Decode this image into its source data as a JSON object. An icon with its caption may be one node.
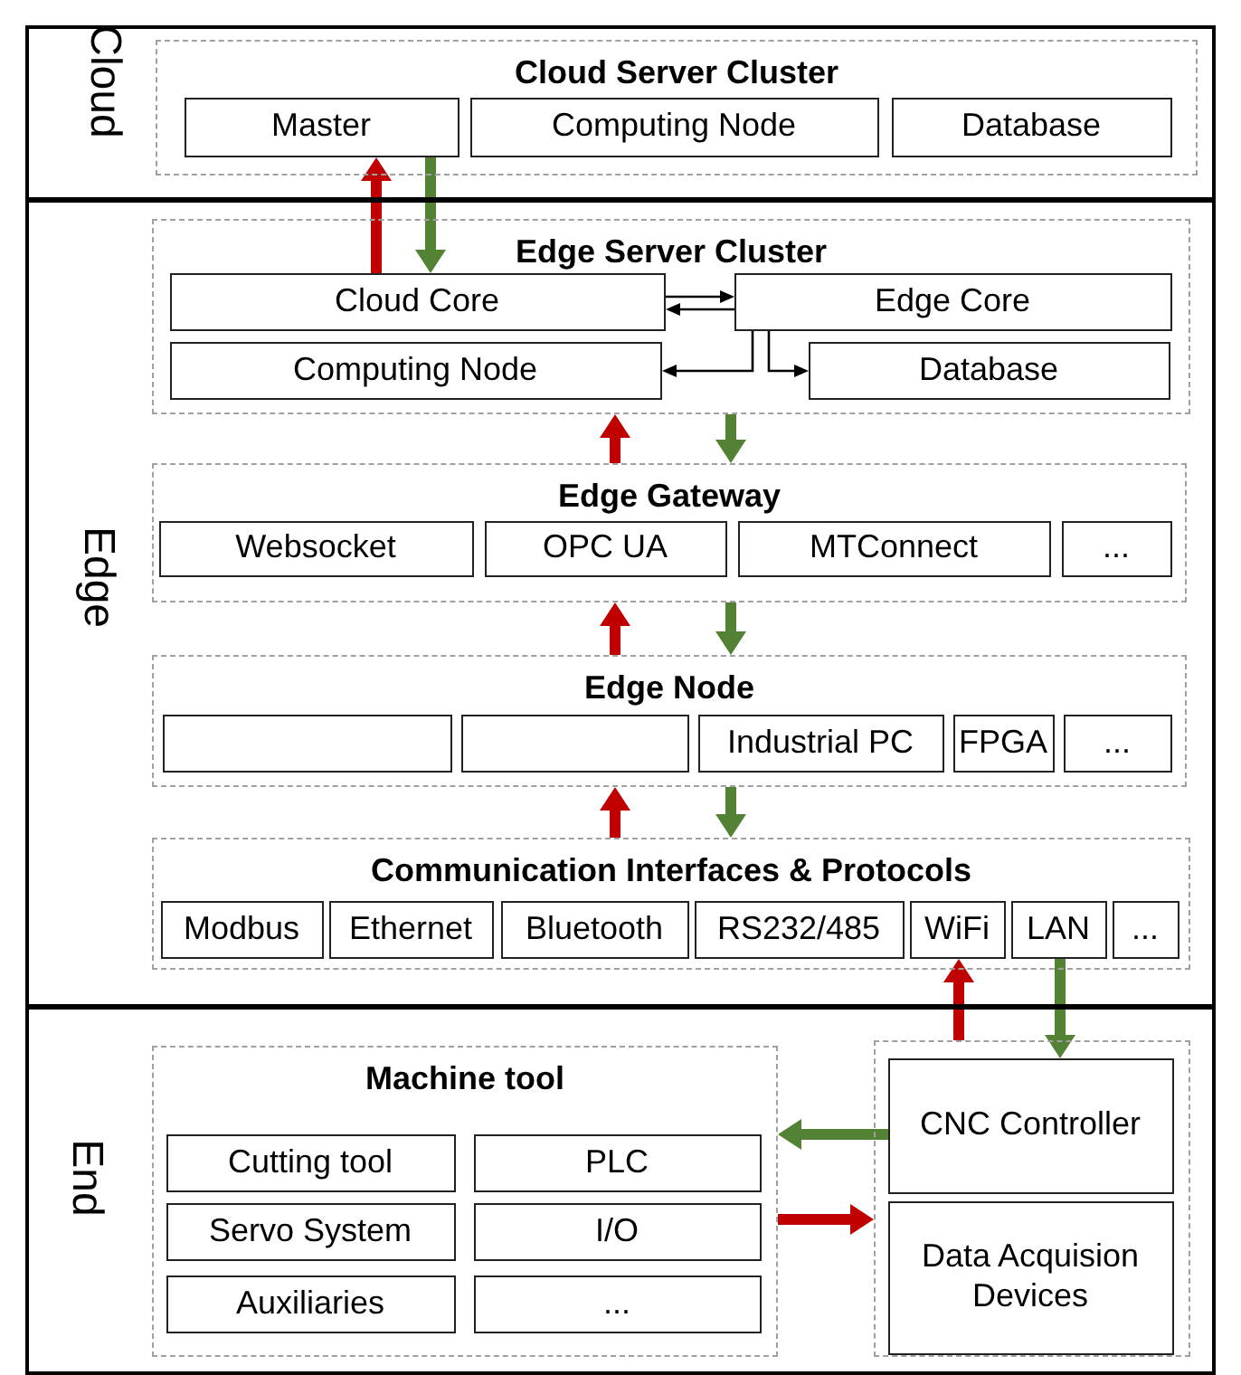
{
  "diagram": {
    "nodes": [
      {
        "text": [
          "Cloud"
        ]
      },
      {
        "text": [
          "Cloud Server Cluster"
        ],
        "in": 0
      },
      {
        "text": [
          "Master"
        ],
        "in": 1
      },
      {
        "text": [
          "Computing Node"
        ],
        "in": 1
      },
      {
        "text": [
          "Database"
        ],
        "in": 1
      },
      {
        "text": [
          "Edge"
        ]
      },
      {
        "text": [
          "Edge Server Cluster"
        ],
        "in": 5
      },
      {
        "text": [
          "Cloud Core"
        ],
        "in": 6
      },
      {
        "text": [
          "Edge Core"
        ],
        "in": 6
      },
      {
        "text": [
          "Computing Node"
        ],
        "in": 6
      },
      {
        "text": [
          "Database"
        ],
        "in": 6
      },
      {
        "text": [
          "Edge Gateway"
        ],
        "in": 5
      },
      {
        "text": [
          "Websocket"
        ],
        "in": 11
      },
      {
        "text": [
          "OPC UA"
        ],
        "in": 11
      },
      {
        "text": [
          "MTConnect"
        ],
        "in": 11
      },
      {
        "text": [
          "..."
        ],
        "in": 11
      },
      {
        "text": [
          "Edge Node"
        ],
        "in": 5
      },
      {
        "text": [],
        "shape": "box",
        "in": 16
      },
      {
        "text": [],
        "shape": "box",
        "in": 16
      },
      {
        "text": [
          "Industrial PC"
        ],
        "in": 16
      },
      {
        "text": [
          "FPGA"
        ],
        "in": 16
      },
      {
        "text": [
          "..."
        ],
        "in": 16
      },
      {
        "text": [
          "Communication Interfaces & Protocols"
        ],
        "in": 5
      },
      {
        "text": [
          "Modbus"
        ],
        "in": 22
      },
      {
        "text": [
          "Ethernet"
        ],
        "in": 22
      },
      {
        "text": [
          "Bluetooth"
        ],
        "in": 22
      },
      {
        "text": [
          "RS232/485"
        ],
        "in": 22
      },
      {
        "text": [
          "WiFi"
        ],
        "in": 22
      },
      {
        "text": [
          "LAN"
        ],
        "in": 22
      },
      {
        "text": [
          "..."
        ],
        "in": 22
      },
      {
        "text": [
          "End"
        ]
      },
      {
        "text": [
          "Machine tool"
        ],
        "in": 30
      },
      {
        "text": [
          "Cutting tool"
        ],
        "in": 31
      },
      {
        "text": [
          "PLC"
        ],
        "in": 31
      },
      {
        "text": [
          "Servo System"
        ],
        "in": 31
      },
      {
        "text": [
          "I/O"
        ],
        "in": 31
      },
      {
        "text": [
          "Auxiliaries"
        ],
        "in": 31
      },
      {
        "text": [
          "..."
        ],
        "in": 31
      },
      {
        "text": [],
        "shape": "box",
        "in": 30
      },
      {
        "text": [
          "CNC Controller"
        ],
        "in": 38
      },
      {
        "text": [
          "Data Acquision Devices"
        ],
        "in": 38
      }
    ],
    "edges": [
      {
        "from": 7,
        "to": 2,
        "arrow": "to",
        "color": "#c00000"
      },
      {
        "from": 2,
        "to": 7,
        "arrow": "to",
        "color": "#548235"
      },
      {
        "from": 7,
        "to": 8,
        "arrow": "to",
        "color": "#000000"
      },
      {
        "from": 8,
        "to": 7,
        "arrow": "to",
        "color": "#000000"
      },
      {
        "from": 8,
        "to": 9,
        "arrow": "to",
        "color": "#000000"
      },
      {
        "from": 8,
        "to": 10,
        "arrow": "to",
        "color": "#000000"
      },
      {
        "from": 11,
        "to": 6,
        "arrow": "to",
        "color": "#c00000"
      },
      {
        "from": 6,
        "to": 11,
        "arrow": "to",
        "color": "#548235"
      },
      {
        "from": 16,
        "to": 11,
        "arrow": "to",
        "color": "#c00000"
      },
      {
        "from": 11,
        "to": 16,
        "arrow": "to",
        "color": "#548235"
      },
      {
        "from": 22,
        "to": 16,
        "arrow": "to",
        "color": "#c00000"
      },
      {
        "from": 16,
        "to": 22,
        "arrow": "to",
        "color": "#548235"
      },
      {
        "from": 38,
        "to": 27,
        "arrow": "to",
        "color": "#c00000"
      },
      {
        "from": 28,
        "to": 39,
        "arrow": "to",
        "color": "#548235"
      },
      {
        "from": 39,
        "to": 31,
        "arrow": "to",
        "color": "#548235"
      },
      {
        "from": 31,
        "to": 38,
        "arrow": "to",
        "color": "#c00000"
      }
    ]
  }
}
